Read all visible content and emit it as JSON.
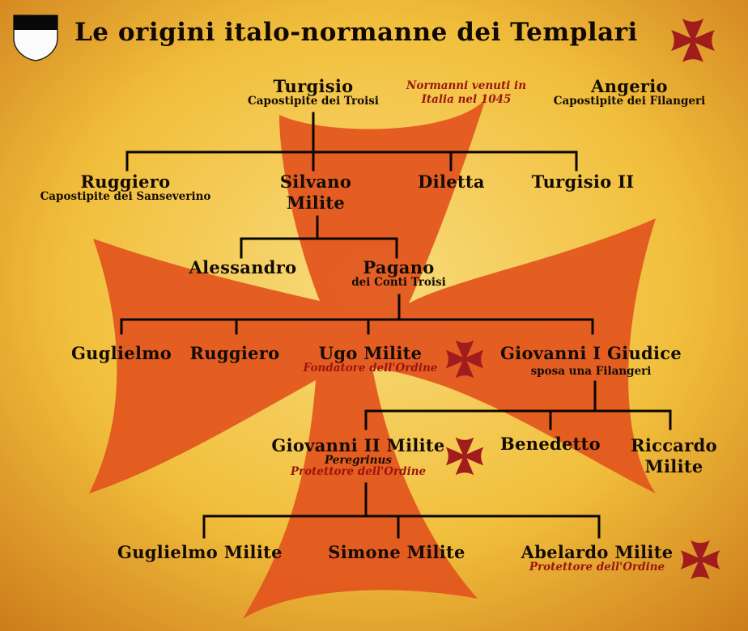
{
  "title": "Le origini italo-normanne dei Templari",
  "colors": {
    "cross": "#e2551e",
    "small_cross": "#a11c1c",
    "accent_text": "#9a1410",
    "ink": "#140c04",
    "parchment_light": "#fbe37a",
    "parchment_dark": "#d88a1a"
  },
  "icons": {
    "shield": "shield-black-white-icon",
    "cross": "templar-cross-icon"
  },
  "nodes": {
    "turgisio": {
      "name": "Turgisio",
      "note": "Capostipite dei Troisi"
    },
    "normanni": {
      "note": "Normanni venuti in Italia nel 1045"
    },
    "angerio": {
      "name": "Angerio",
      "note": "Capostipite dei Filangeri"
    },
    "ruggiero1": {
      "name": "Ruggiero",
      "note": "Capostipite dei Sanseverino"
    },
    "silvano": {
      "name": "Silvano Milite"
    },
    "diletta": {
      "name": "Diletta"
    },
    "turgisio2": {
      "name": "Turgisio II"
    },
    "alessandro": {
      "name": "Alessandro"
    },
    "pagano": {
      "name": "Pagano",
      "note": "dei Conti Troisi"
    },
    "guglielmo1": {
      "name": "Guglielmo"
    },
    "ruggiero2": {
      "name": "Ruggiero"
    },
    "ugo": {
      "name": "Ugo Milite",
      "note": "Fondatore dell'Ordine"
    },
    "giovanni1": {
      "name": "Giovanni I Giudice",
      "note": "sposa una Filangeri"
    },
    "giovanni2": {
      "name": "Giovanni II Milite",
      "note": "Peregrinus",
      "note2": "Protettore dell'Ordine"
    },
    "benedetto": {
      "name": "Benedetto"
    },
    "riccardo": {
      "name": "Riccardo Milite"
    },
    "guglielmo2": {
      "name": "Guglielmo Milite"
    },
    "simone": {
      "name": "Simone Milite"
    },
    "abelardo": {
      "name": "Abelardo Milite",
      "note": "Protettore dell'Ordine"
    }
  }
}
